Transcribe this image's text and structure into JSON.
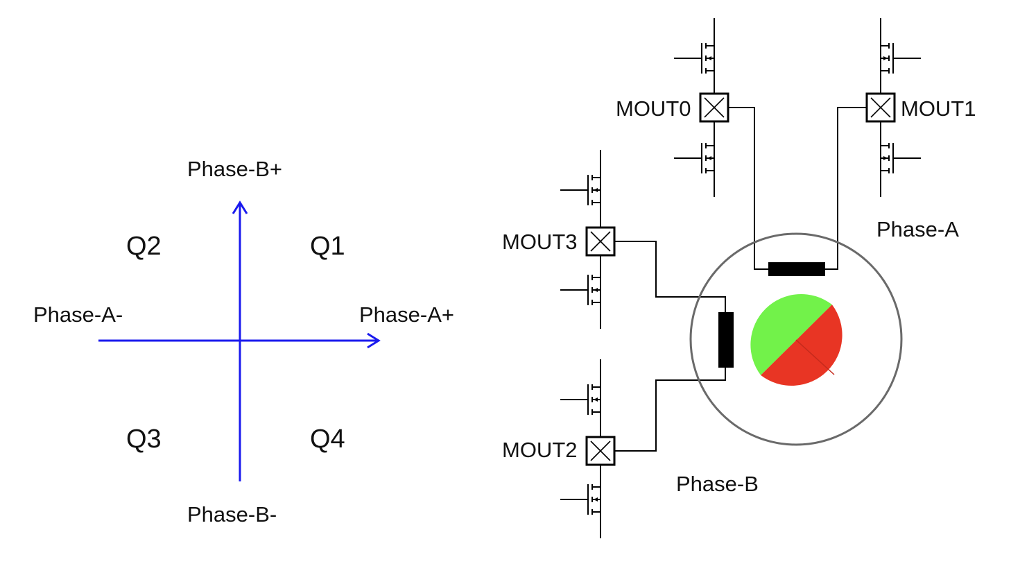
{
  "colors": {
    "axis": "#1a1aee",
    "wire": "#000000",
    "motor_ring": "#6a6a6a",
    "rotor_north": "#72f24a",
    "rotor_south": "#e83524"
  },
  "quadrant_diagram": {
    "axis_labels": {
      "b_plus": "Phase-B+",
      "b_minus": "Phase-B-",
      "a_minus": "Phase-A-",
      "a_plus": "Phase-A+"
    },
    "quadrants": {
      "q1": "Q1",
      "q2": "Q2",
      "q3": "Q3",
      "q4": "Q4"
    }
  },
  "motor_diagram": {
    "outputs": {
      "mout0": "MOUT0",
      "mout1": "MOUT1",
      "mout2": "MOUT2",
      "mout3": "MOUT3"
    },
    "phase_labels": {
      "phase_a": "Phase-A",
      "phase_b": "Phase-B"
    }
  }
}
